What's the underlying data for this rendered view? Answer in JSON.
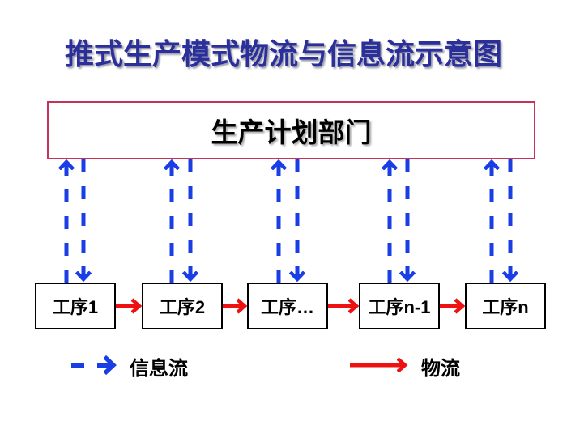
{
  "title": "推式生产模式物流与信息流示意图",
  "planning_department": "生产计划部门",
  "processes": [
    {
      "label": "工序1"
    },
    {
      "label": "工序2"
    },
    {
      "label": "工序…"
    },
    {
      "label": "工序n-1"
    },
    {
      "label": "工序n"
    }
  ],
  "legend": {
    "info_flow": {
      "label": "信息流",
      "color": "#1a3ee6",
      "style": "dashed"
    },
    "material_flow": {
      "label": "物流",
      "color": "#ee1111",
      "style": "solid"
    }
  },
  "colors": {
    "title": "#2b2f9a",
    "dept_border": "#c8325a",
    "info_arrow": "#1a3ee6",
    "material_arrow": "#ee1111"
  }
}
